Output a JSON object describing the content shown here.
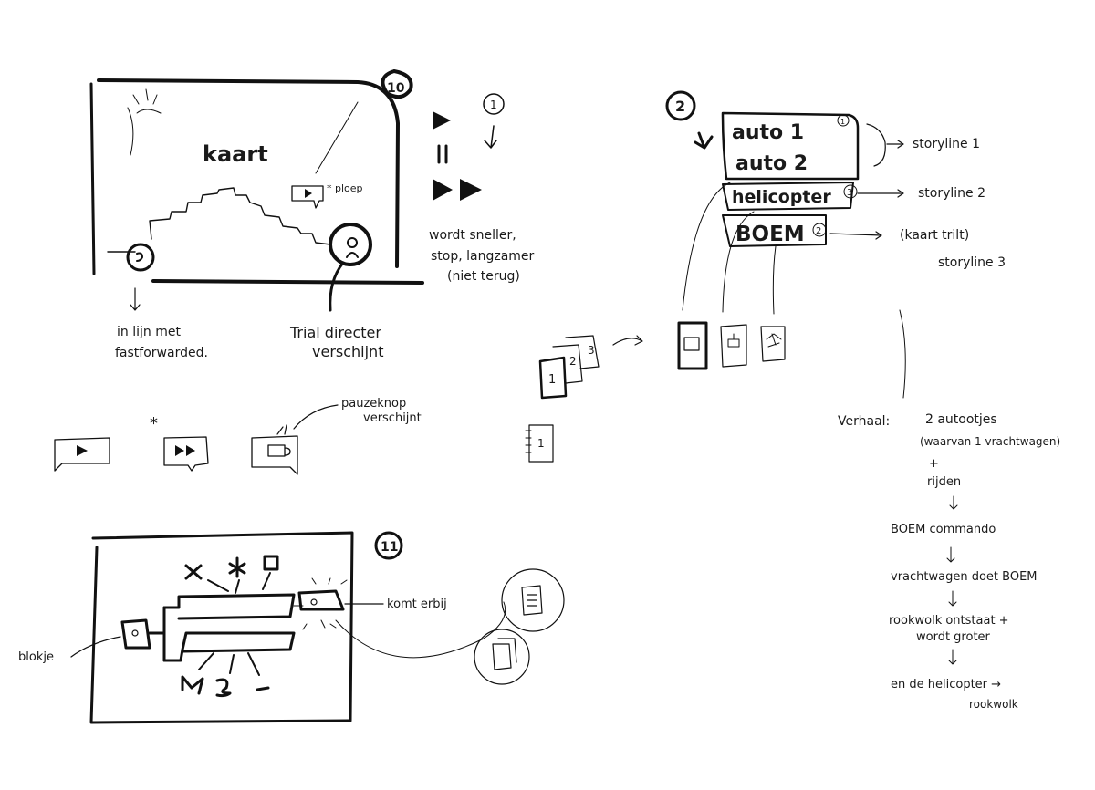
{
  "sketch_10": {
    "number": "10",
    "map_label": "kaart",
    "speech_marker": "* ploep",
    "controls_number": "1",
    "controls_note": [
      "wordt sneller,",
      "stop, langzamer",
      "(niet terug)"
    ],
    "note_fastforward": [
      "in lijn met",
      "fastforwarded."
    ],
    "note_director": [
      "Trial directer",
      "verschijnt"
    ],
    "star_marker": "*",
    "note_pause": [
      "pauzeknop",
      "verschijnt"
    ]
  },
  "sketch_2": {
    "number": "2",
    "cards": [
      {
        "label": "auto 1",
        "badge": "1"
      },
      {
        "label": "auto 2",
        "badge": ""
      },
      {
        "label": "helicopter",
        "badge": "3"
      },
      {
        "label": "BOEM",
        "badge": "2"
      }
    ],
    "storylines": [
      "storyline 1",
      "storyline 2",
      "storyline 3"
    ],
    "map_shakes": "(kaart trilt)",
    "stack_numbers": [
      "1",
      "2",
      "3"
    ],
    "notebook_number": "1"
  },
  "story": {
    "label": "Verhaal:",
    "steps": [
      "2 autootjes",
      "(waarvan 1 vrachtwagen)",
      "+",
      "rijden",
      "BOEM commando",
      "vrachtwagen doet BOEM",
      "rookwolk ontstaat +",
      "wordt groter",
      "en de helicopter →",
      "rookwolk"
    ]
  },
  "sketch_11": {
    "number": "11",
    "note_comes": "komt erbij",
    "note_block": "blokje"
  }
}
